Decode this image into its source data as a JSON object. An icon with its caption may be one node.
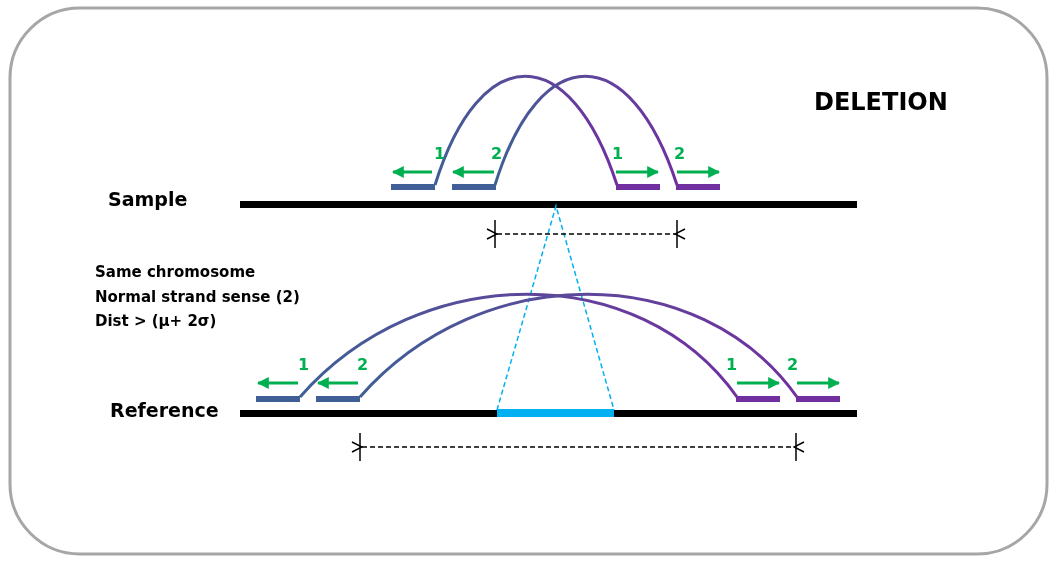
{
  "diagram": {
    "title": "DELETION",
    "labels": [
      "1",
      "2",
      "1",
      "2",
      "Sample",
      "Same chromosome",
      "Normal strand sense (2)",
      "Dist > (μ+ 2σ)",
      "1",
      "2",
      "1",
      "2",
      "Reference"
    ]
  }
}
